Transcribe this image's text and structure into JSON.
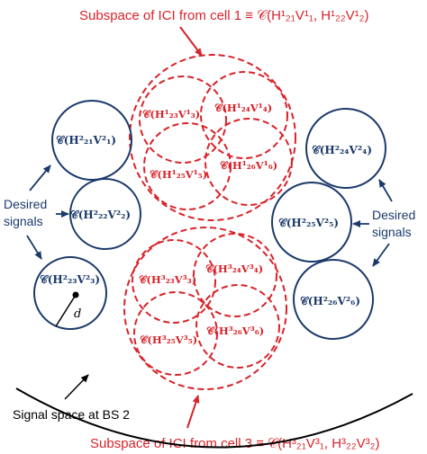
{
  "titles": {
    "top": "Subspace of ICI from cell 1 ≡ 𝒞(H¹₂₁V¹₁, H¹₂₂V¹₂)",
    "bottom": "Subspace of ICI from cell 3 ≡ 𝒞(H³₂₁V³₁, H³₂₂V³₂)"
  },
  "upper_ici": [
    "𝒞(H¹₂₃V¹₃)",
    "𝒞(H¹₂₄V¹₄)",
    "𝒞(H¹₂₅V¹₅)",
    "𝒞(H¹₂₆V¹₆)"
  ],
  "lower_ici": [
    "𝒞(H³₂₃V³₃)",
    "𝒞(H³₂₄V³₄)",
    "𝒞(H³₂₅V³₅)",
    "𝒞(H³₂₆V³₆)"
  ],
  "left_desired": [
    "𝒞(H²₂₁V²₁)",
    "𝒞(H²₂₂V²₂)",
    "𝒞(H²₂₃V²₃)"
  ],
  "right_desired": [
    "𝒞(H²₂₄V²₄)",
    "𝒞(H²₂₅V²₅)",
    "𝒞(H²₂₆V²₆)"
  ],
  "desired_left": {
    "line1": "Desired",
    "line2": "signals"
  },
  "desired_right": {
    "line1": "Desired",
    "line2": "signals"
  },
  "radius_label": "d",
  "bs_label": "Signal space at BS 2",
  "colors": {
    "red": "#d8232a",
    "blue": "#1b3a6b",
    "black": "#000000"
  }
}
